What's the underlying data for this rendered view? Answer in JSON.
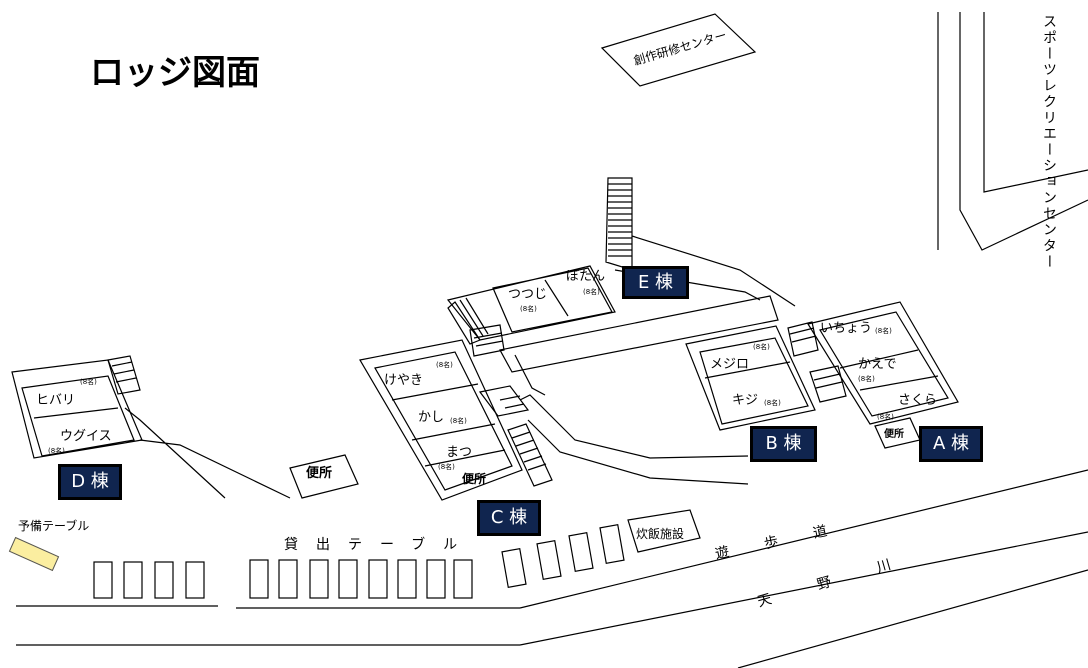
{
  "title": "ロッジ図面",
  "facilities": {
    "training_center": "創作研修センター",
    "sports_center": "スポーツレクリエーションセンター",
    "toilet_main": "便所",
    "toilet_c": "便所",
    "toilet_a": "便所",
    "cooking": "炊飯施設",
    "rental_tables": "貸出テーブル",
    "spare_table": "予備テーブル",
    "promenade": "遊歩道",
    "river": "天野川"
  },
  "buildings": {
    "A": {
      "label": "A 棟",
      "rooms": [
        {
          "name": "いちょう",
          "cap": "(8名)"
        },
        {
          "name": "かえで",
          "cap": "(8名)"
        },
        {
          "name": "さくら",
          "cap": "(8名)"
        }
      ]
    },
    "B": {
      "label": "B 棟",
      "rooms": [
        {
          "name": "メジロ",
          "cap": "(8名)"
        },
        {
          "name": "キジ",
          "cap": "(8名)"
        }
      ]
    },
    "C": {
      "label": "C 棟",
      "rooms": [
        {
          "name": "けやき",
          "cap": "(8名)"
        },
        {
          "name": "かし",
          "cap": "(8名)"
        },
        {
          "name": "まつ",
          "cap": "(8名)"
        }
      ]
    },
    "D": {
      "label": "D 棟",
      "rooms": [
        {
          "name": "ヒバリ",
          "cap": "(8名)"
        },
        {
          "name": "ウグイス",
          "cap": "(8名)"
        }
      ]
    },
    "E": {
      "label": "E 棟",
      "rooms": [
        {
          "name": "つつじ",
          "cap": "(8名)"
        },
        {
          "name": "ぼたん",
          "cap": "(8名)"
        }
      ]
    }
  },
  "colors": {
    "badge_bg": "#10254f",
    "spare_table": "#fbeea0"
  }
}
